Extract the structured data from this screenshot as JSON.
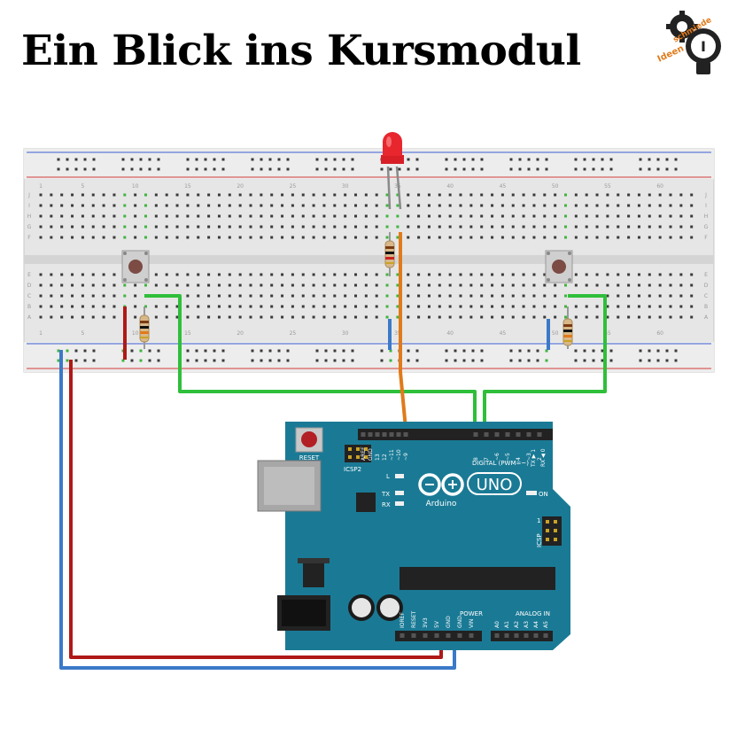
{
  "title": "Ein Blick ins Kursmodul",
  "logo": {
    "text_a": "Ideen",
    "text_b": "schmiede",
    "icon": "lightbulb-gears-icon"
  },
  "colors": {
    "breadboard": "#e6e6e6",
    "rail_red": "#d23a3a",
    "rail_blue": "#3a5fd2",
    "hole": "#3a3a3a",
    "hole_active": "#3fb43f",
    "arduino": "#1a7a95",
    "wire_red": "#b01818",
    "wire_blue": "#3b79c9",
    "wire_green": "#2fbf3a",
    "wire_orange": "#e07a1b",
    "led": "#e8262e",
    "button": "#7b4b44"
  },
  "breadboard": {
    "column_labels": [
      "1",
      "5",
      "10",
      "15",
      "20",
      "25",
      "30",
      "35",
      "40",
      "45",
      "50",
      "55",
      "60"
    ],
    "row_labels_top": [
      "J",
      "I",
      "H",
      "G",
      "F"
    ],
    "row_labels_bottom": [
      "E",
      "D",
      "C",
      "B",
      "A"
    ]
  },
  "arduino": {
    "logo_text": "UNO",
    "brand": "Arduino",
    "reset_label": "RESET",
    "icsp2_label": "ICSP2",
    "icsp_label": "ICSP",
    "digital_label": "DIGITAL (PWM=~)",
    "power_label": "POWER",
    "analog_label": "ANALOG IN",
    "led_labels": [
      "L",
      "TX",
      "RX"
    ],
    "on_label": "ON",
    "tx_pin_label": "TX ▶ 1",
    "rx_pin_label": "RX ◀ 0",
    "digital_pins": [
      "AREF",
      "GND",
      "13",
      "12",
      "~11",
      "~10",
      "~9",
      "8",
      "7",
      "~6",
      "~5",
      "4",
      "~3",
      "2"
    ],
    "power_pins": [
      "IOREF",
      "RESET",
      "3V3",
      "5V",
      "GND",
      "GND",
      "VIN"
    ],
    "analog_pins": [
      "A0",
      "A1",
      "A2",
      "A3",
      "A4",
      "A5"
    ],
    "icsp_pin_number": "1"
  }
}
